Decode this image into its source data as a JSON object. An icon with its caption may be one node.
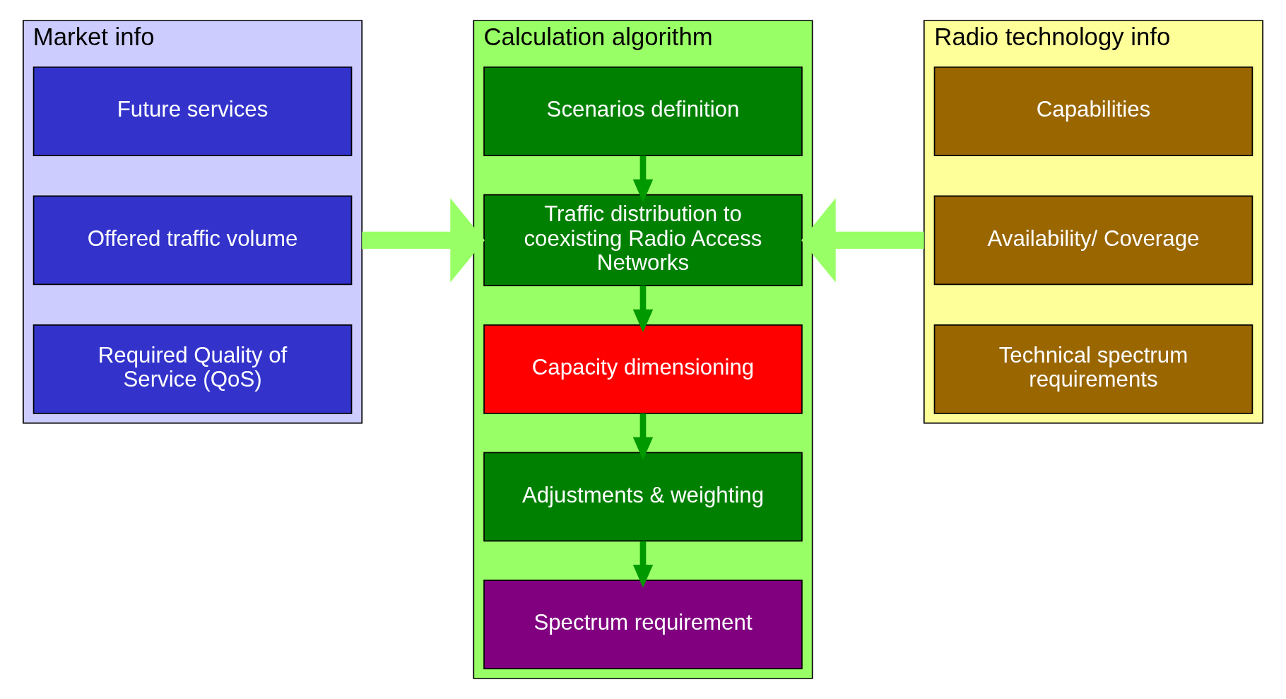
{
  "diagram": {
    "nodes": [
      {
        "text": [
          "Market info"
        ]
      },
      {
        "text": [
          "Future services"
        ],
        "in": 0
      },
      {
        "text": [
          "Offered traffic volume"
        ],
        "in": 0
      },
      {
        "text": [
          "Required Quality of Service (QoS)"
        ],
        "in": 0
      },
      {
        "text": [
          "Calculation algorithm"
        ]
      },
      {
        "text": [
          "Scenarios definition"
        ],
        "in": 4
      },
      {
        "text": [
          "Traffic distribution to coexisting Radio Access Networks"
        ],
        "in": 4
      },
      {
        "text": [
          "Capacity dimensioning"
        ],
        "in": 4
      },
      {
        "text": [
          "Adjustments & weighting"
        ],
        "in": 4
      },
      {
        "text": [
          "Spectrum requirement"
        ],
        "in": 4
      },
      {
        "text": [
          "Radio technology info"
        ]
      },
      {
        "text": [
          "Capabilities"
        ],
        "in": 10
      },
      {
        "text": [
          "Availability/ Coverage"
        ],
        "in": 10
      },
      {
        "text": [
          "Technical spectrum requirements"
        ],
        "in": 10
      }
    ],
    "edges": [
      {
        "from": 0,
        "to": 4,
        "arrow": "to",
        "style": "thick",
        "color": "#99ff66"
      },
      {
        "from": 10,
        "to": 4,
        "arrow": "to",
        "style": "thick",
        "color": "#99ff66"
      },
      {
        "from": 5,
        "to": 6,
        "arrow": "to"
      },
      {
        "from": 6,
        "to": 7,
        "arrow": "to"
      },
      {
        "from": 7,
        "to": 8,
        "arrow": "to"
      },
      {
        "from": 8,
        "to": 9,
        "arrow": "to"
      }
    ]
  }
}
